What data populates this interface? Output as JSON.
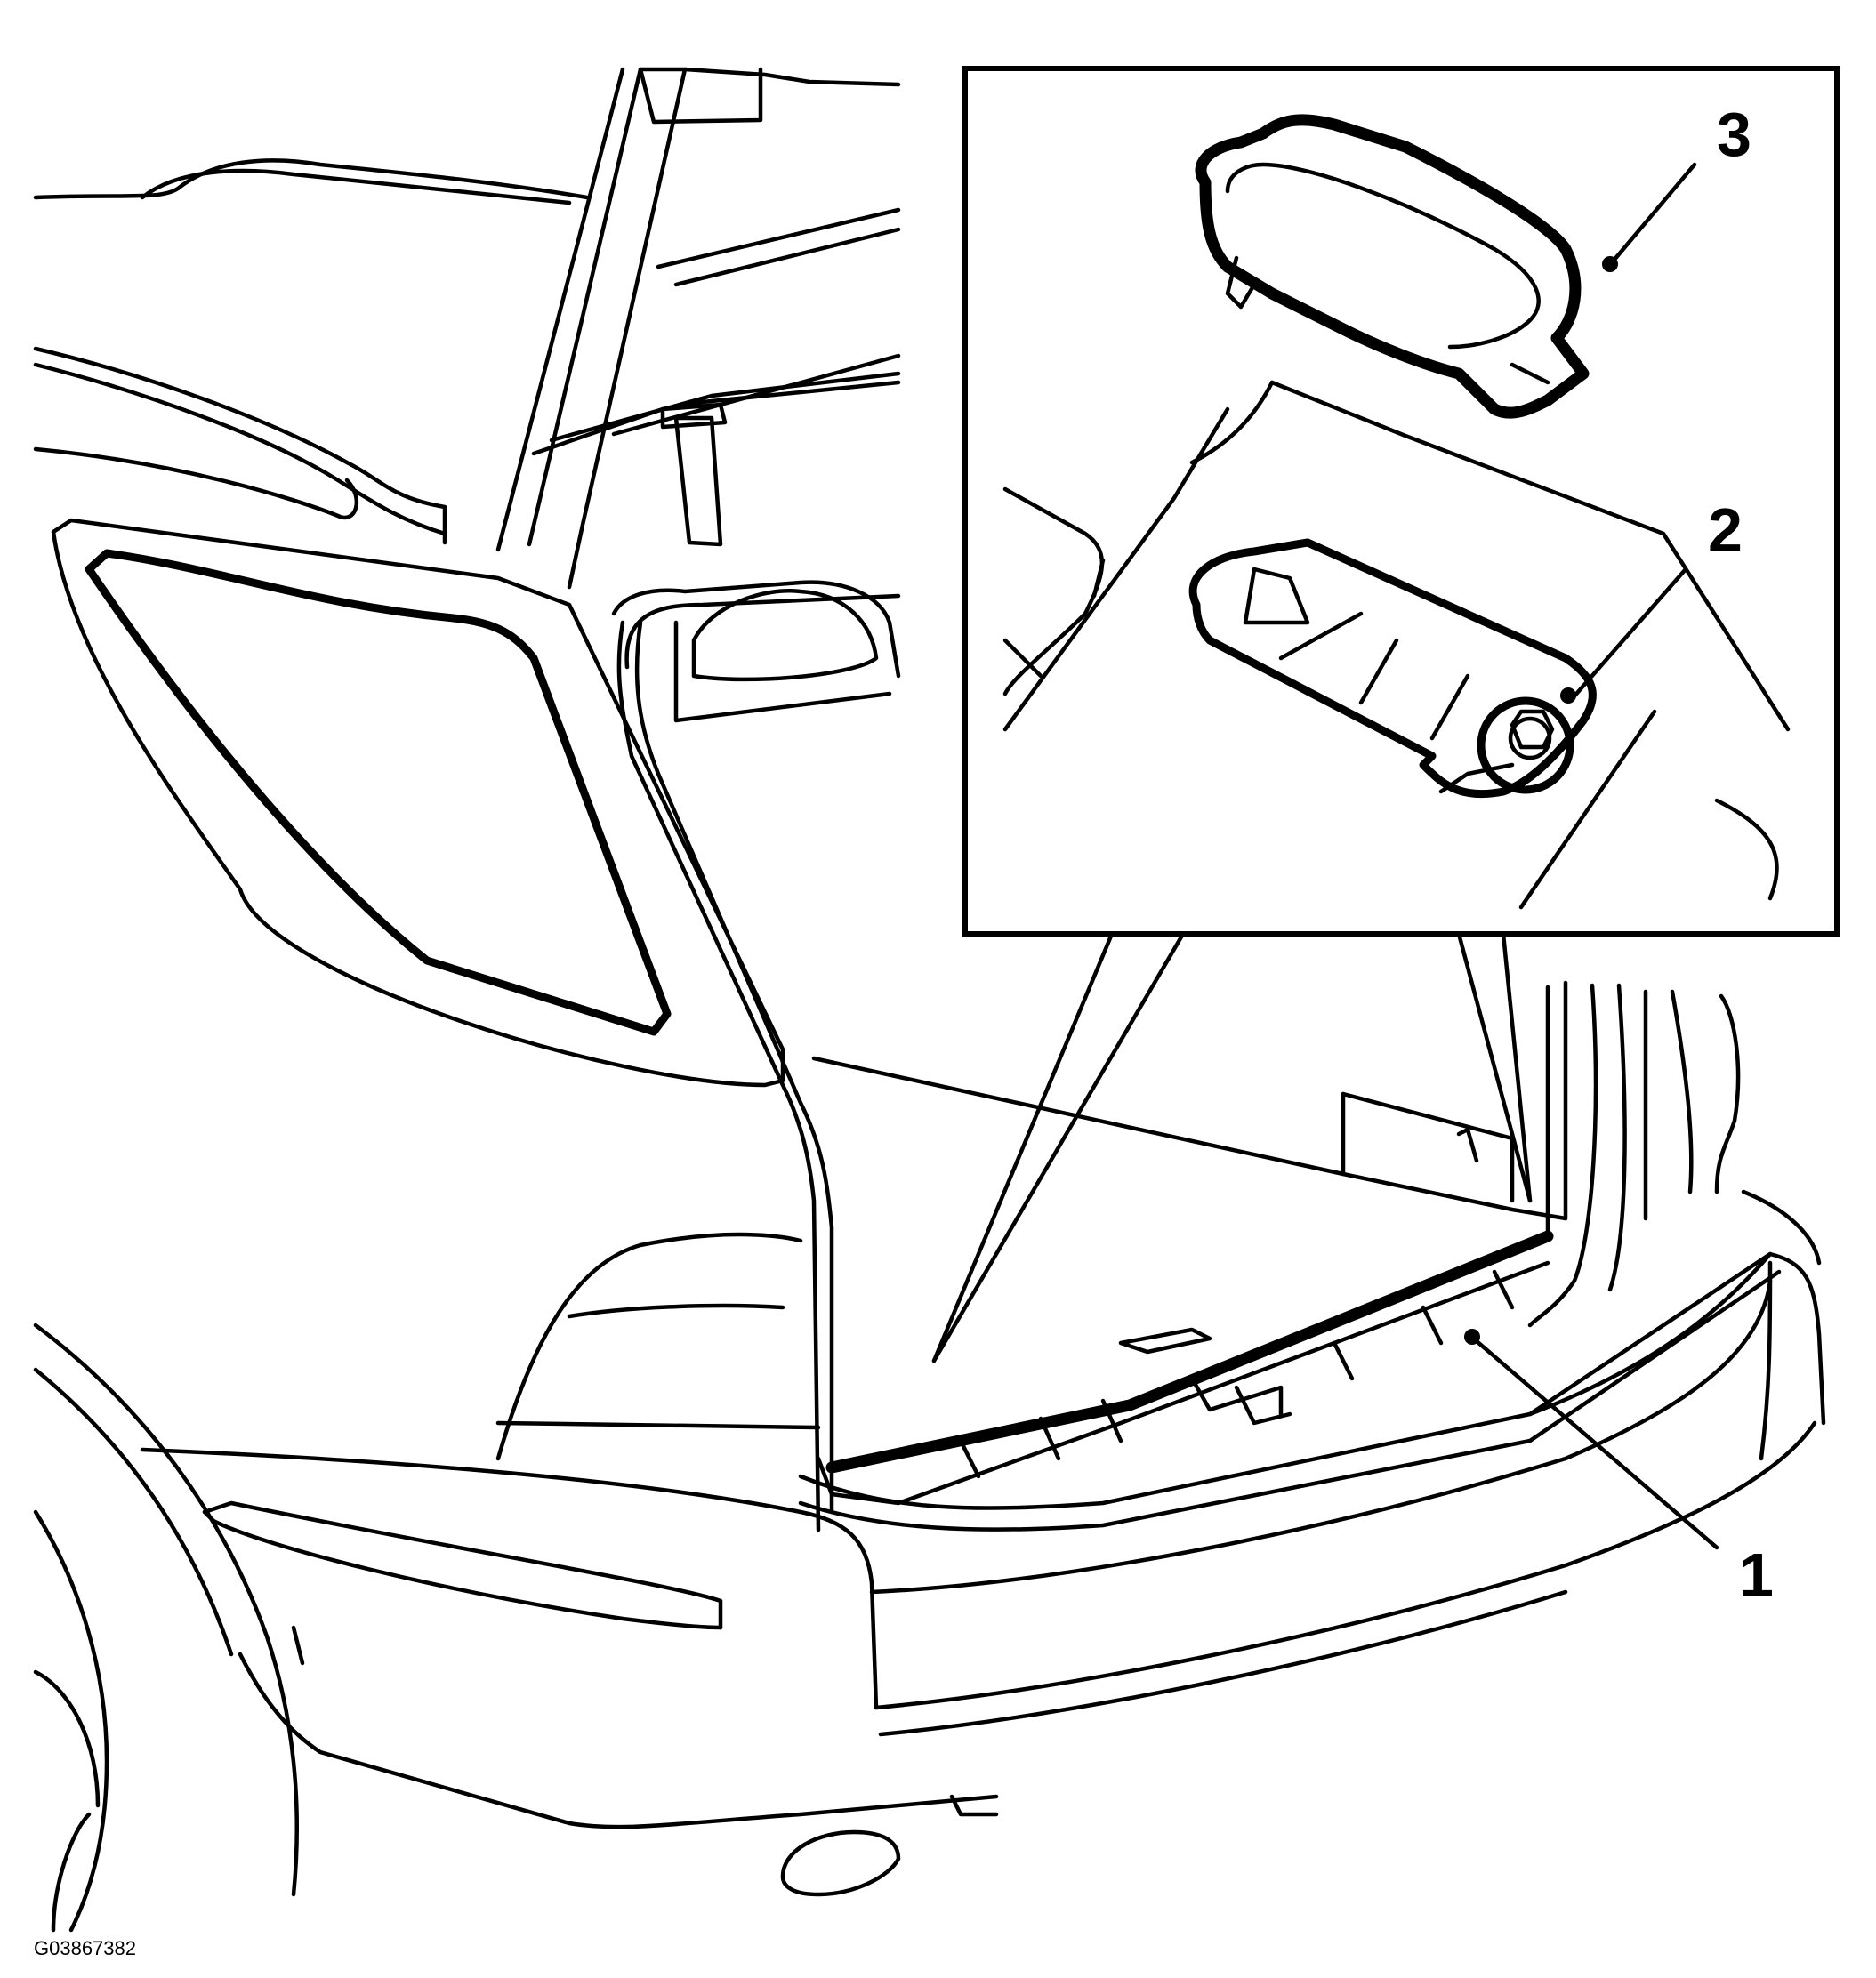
{
  "figure_code": "G03867382",
  "callouts": [
    {
      "number": "1"
    },
    {
      "number": "2"
    },
    {
      "number": "3"
    }
  ],
  "colors": {
    "line": "#000000",
    "background": "#ffffff"
  }
}
